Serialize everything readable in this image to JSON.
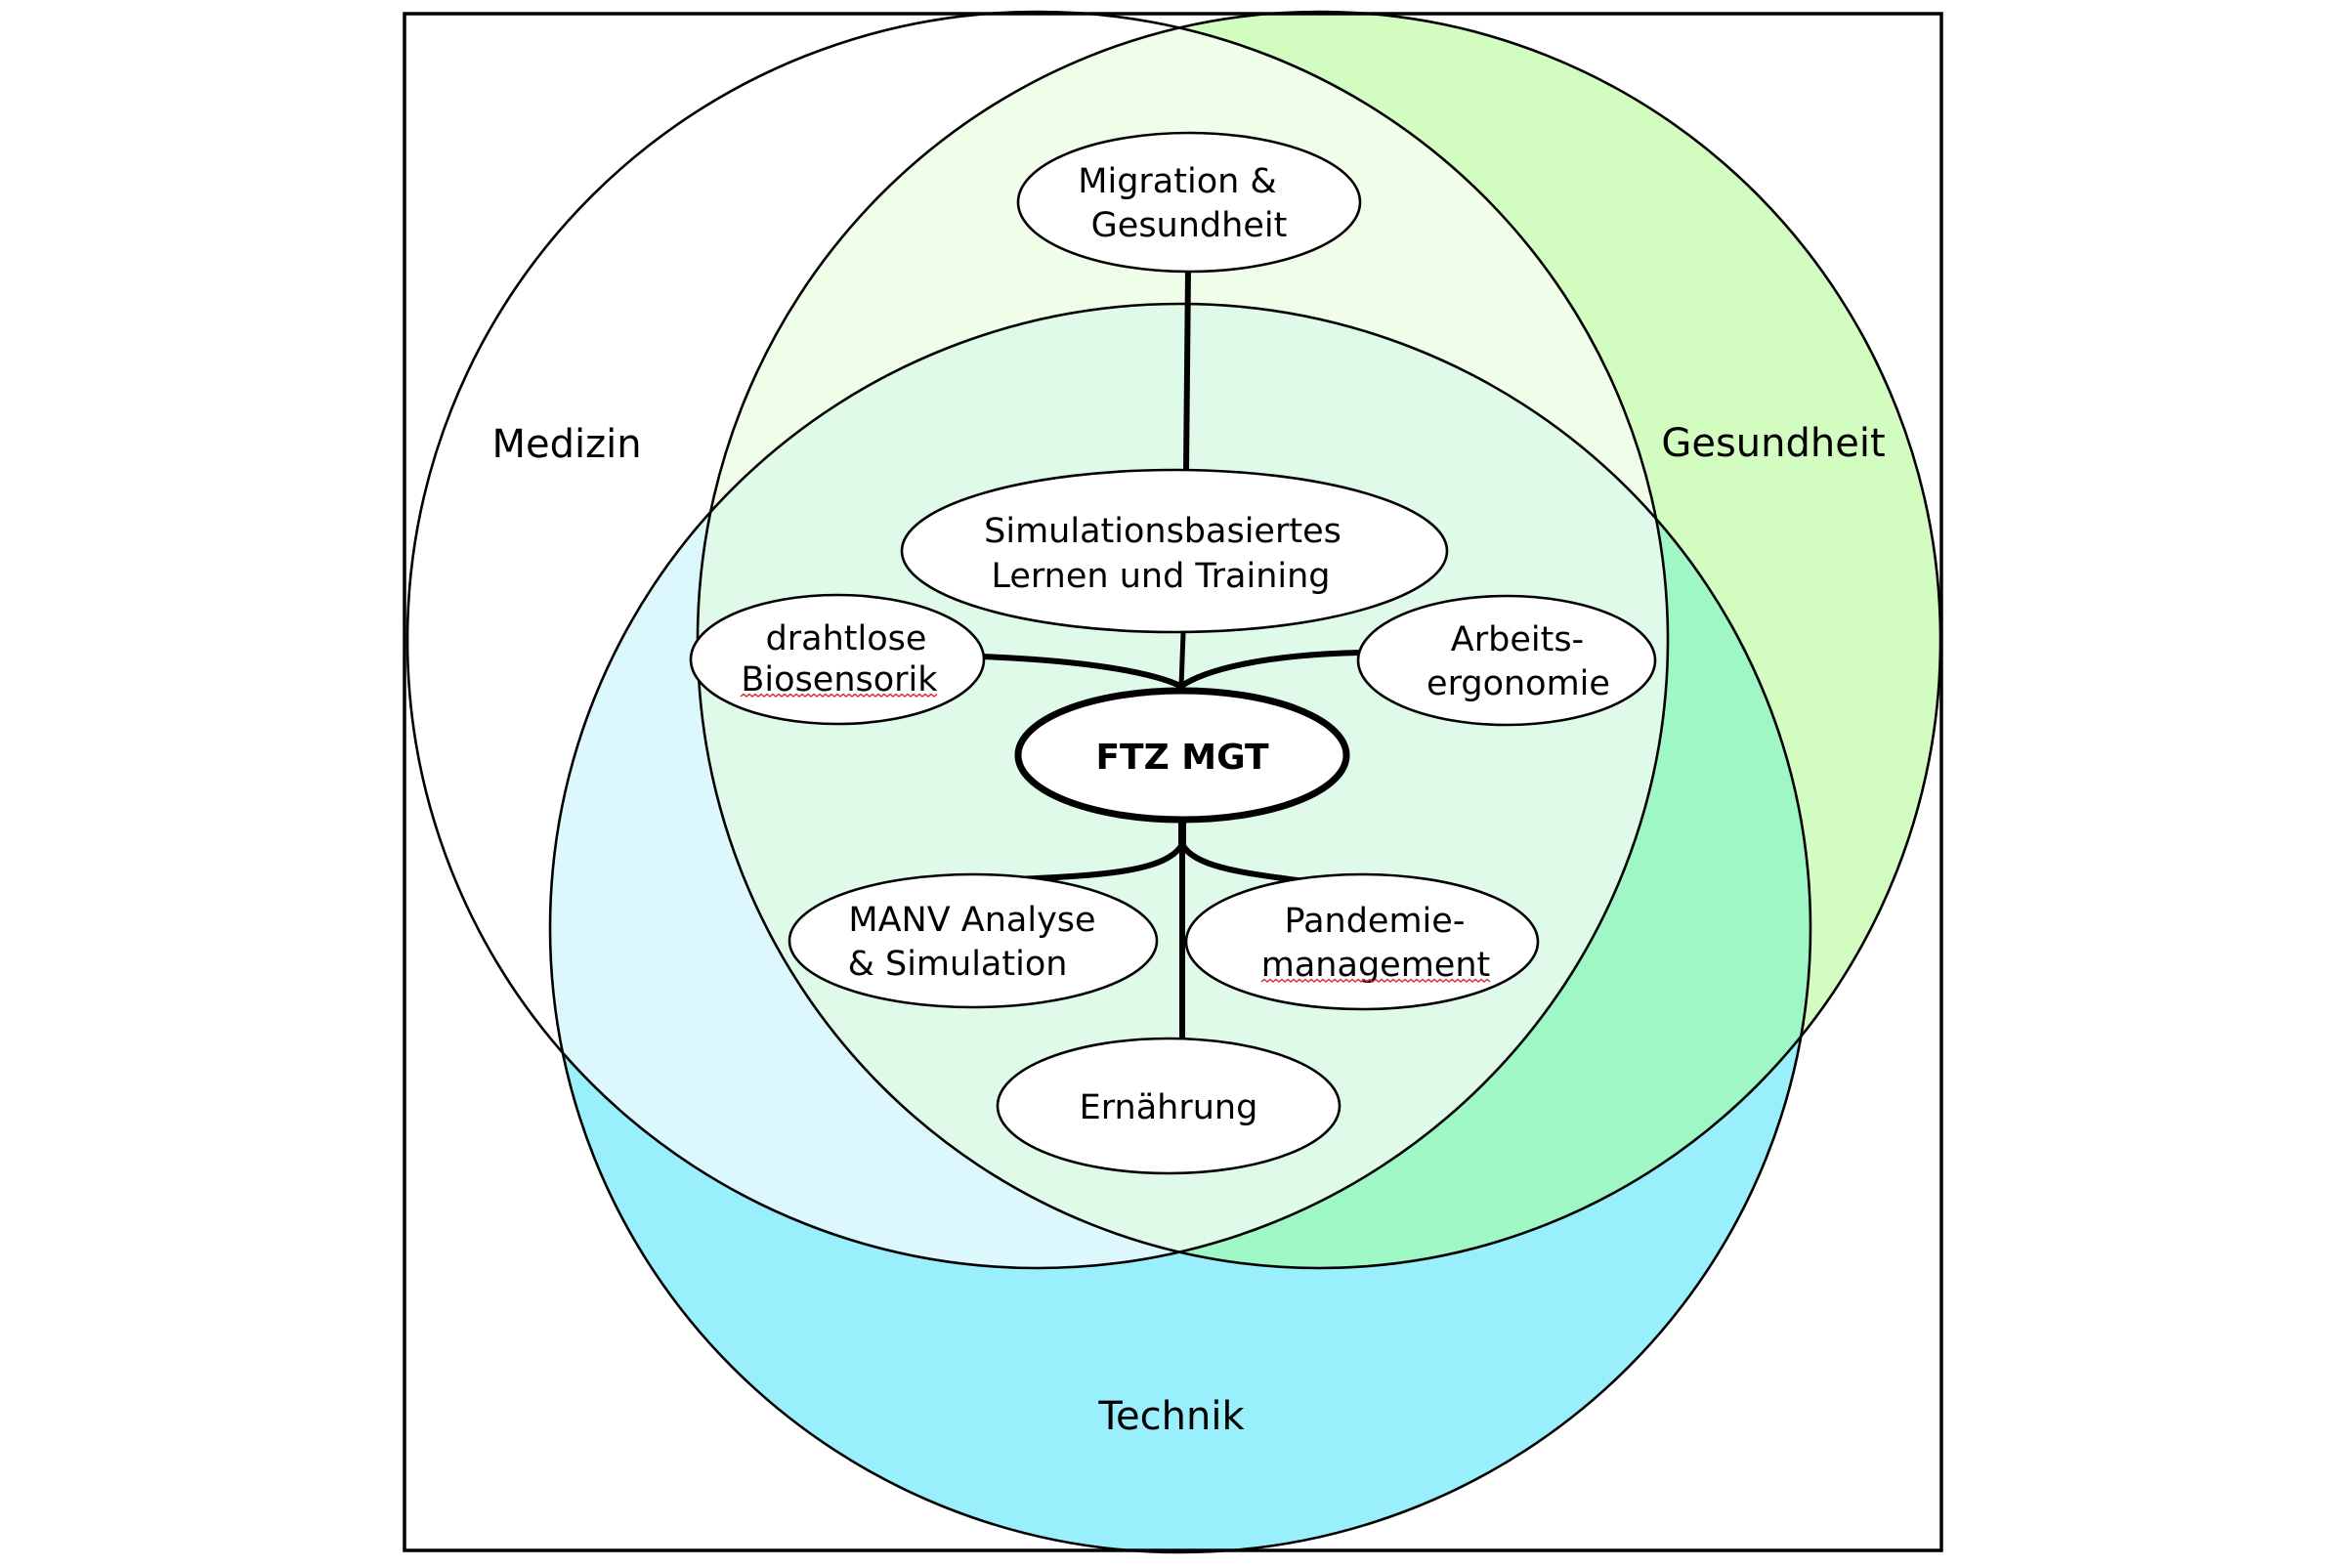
{
  "diagram": {
    "type": "venn-mindmap",
    "domains": [
      {
        "id": "medizin",
        "label": "Medizin"
      },
      {
        "id": "gesundheit",
        "label": "Gesundheit"
      },
      {
        "id": "technik",
        "label": "Technik"
      }
    ],
    "region_colors": {
      "medizin_only": "#ffffff",
      "gesundheit_only": "#d3fcc0",
      "technik_only": "#99effc",
      "medizin_gesundheit": "#f0fde9",
      "medizin_technik": "#ddf8fc",
      "gesundheit_technik": "#9ef7c4",
      "all_three": "#e0faea"
    },
    "center": {
      "label": "FTZ MGT"
    },
    "nodes": [
      {
        "id": "migration",
        "lines": [
          "Migration &",
          "Gesundheit"
        ]
      },
      {
        "id": "simulation-learning",
        "lines": [
          "Simulationsbasiertes",
          "Lernen und Training"
        ]
      },
      {
        "id": "biosensorik",
        "lines": [
          "drahtlose",
          "Biosensorik"
        ],
        "spellcheck_underline": "Biosensorik"
      },
      {
        "id": "arbeitsergonomie",
        "lines": [
          "Arbeits-",
          "ergonomie"
        ]
      },
      {
        "id": "manv",
        "lines": [
          "MANV Analyse",
          "& Simulation"
        ]
      },
      {
        "id": "pandemie",
        "lines": [
          "Pandemie-",
          "management"
        ],
        "spellcheck_underline": "management"
      },
      {
        "id": "ernaehrung",
        "lines": [
          "Ernährung"
        ]
      }
    ],
    "connections": [
      {
        "from": "migration",
        "to": "simulation-learning"
      },
      {
        "from": "simulation-learning",
        "to": "FTZ MGT"
      },
      {
        "from": "biosensorik",
        "to": "FTZ MGT"
      },
      {
        "from": "arbeitsergonomie",
        "to": "FTZ MGT"
      },
      {
        "from": "FTZ MGT",
        "to": "manv"
      },
      {
        "from": "FTZ MGT",
        "to": "pandemie"
      },
      {
        "from": "FTZ MGT",
        "to": "ernaehrung"
      }
    ],
    "spellcheck_color": "#e02020"
  }
}
